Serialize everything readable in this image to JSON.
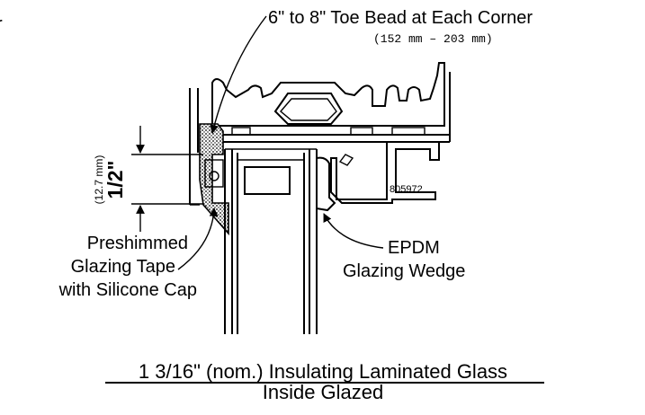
{
  "labels": {
    "toe_bead": "6\" to 8\" Toe Bead at Each Corner",
    "toe_bead_mm": "(152 mm – 203 mm)",
    "edge_fragment": "r",
    "tape_line1": "Preshimmed",
    "tape_line2": "Glazing Tape",
    "tape_line3": "with Silicone Cap",
    "epdm_line1": "EPDM",
    "epdm_line2": "Glazing Wedge",
    "part_number": "805972",
    "dimension": "1/2\"",
    "dimension_mm": "(12.7 mm)"
  },
  "caption": {
    "line1": "1 3/16\" (nom.) Insulating Laminated Glass",
    "line2": "Inside Glazed"
  }
}
